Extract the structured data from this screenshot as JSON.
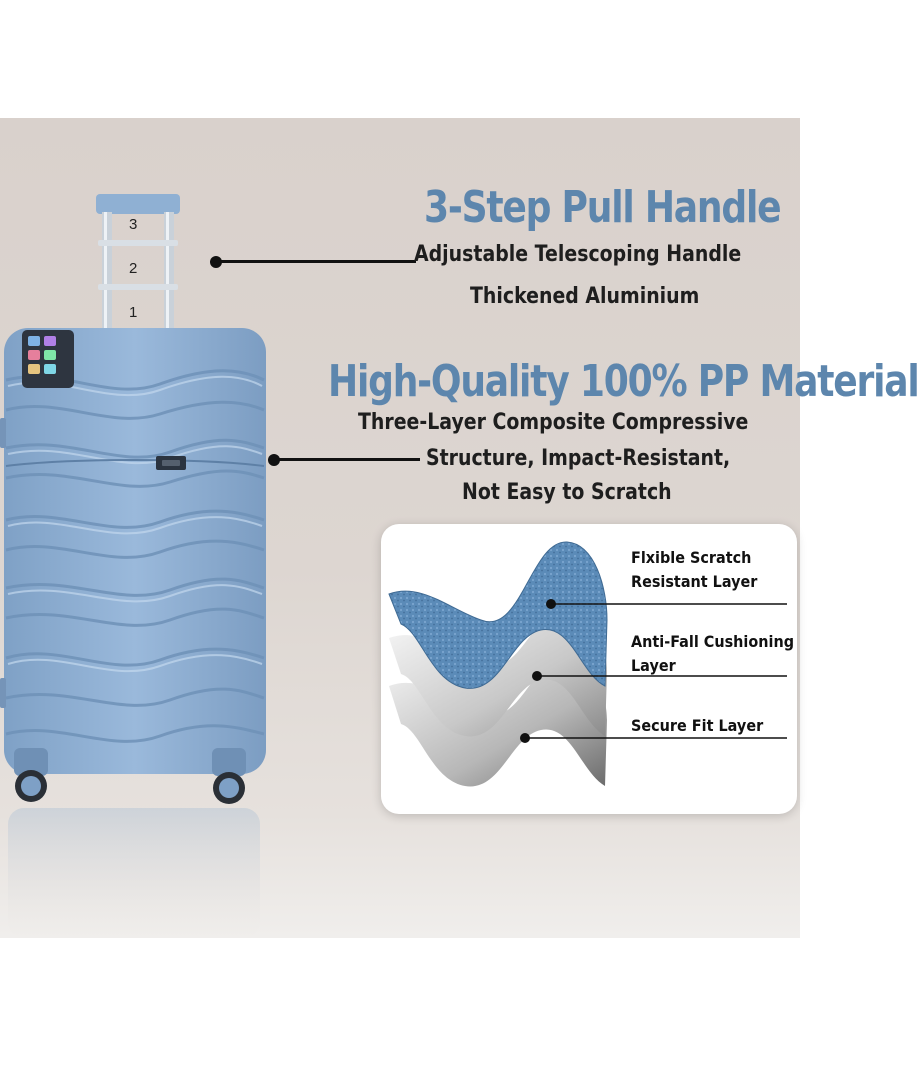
{
  "handle_section": {
    "title": "3-Step Pull Handle",
    "line1": "Adjustable Telescoping Handle",
    "line2": "Thickened Aluminium",
    "step_labels": [
      "3",
      "2",
      "1"
    ]
  },
  "material_section": {
    "title": "High-Quality 100% PP Material",
    "line1": "Three-Layer Composite Compressive",
    "line2": "Structure, Impact-Resistant,",
    "line3": "Not Easy to Scratch"
  },
  "layers": [
    {
      "label_line1": "Flxible Scratch",
      "label_line2": "Resistant Layer"
    },
    {
      "label_line1": "Anti-Fall Cushioning",
      "label_line2": "Layer"
    },
    {
      "label_line1": "Secure Fit Layer",
      "label_line2": ""
    }
  ],
  "colors": {
    "accent": "#5d86ad",
    "suitcase": "#8fb0d3",
    "background": "#dcd4cf"
  },
  "icons": [
    "suitcase-illustration",
    "luggage-tag",
    "layer-stack-illustration"
  ]
}
